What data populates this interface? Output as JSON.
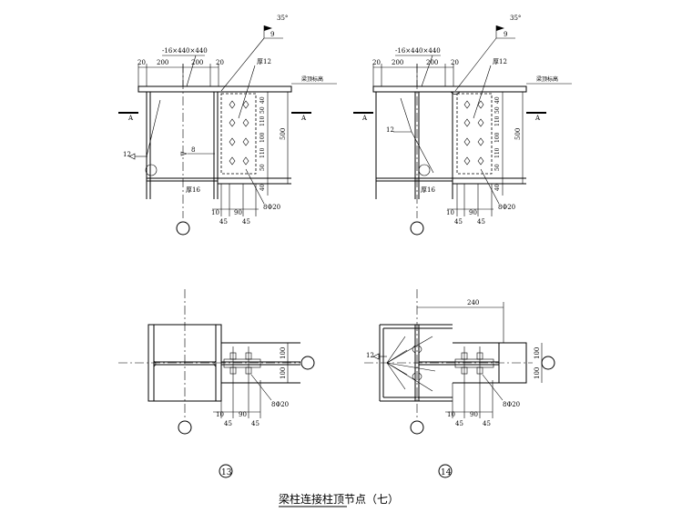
{
  "drawing_title": "梁柱连接柱顶节点（七）",
  "detail_13": {
    "number": "13",
    "cap_plate": "-16×440×440",
    "weld_angle": "35°",
    "weld_mark": "9",
    "plate_thick": "厚12",
    "beam_top": "梁顶标高",
    "section_mark": "A",
    "stiffener_thick": "厚16",
    "weld_size_left": "12",
    "weld_size_mid": "8",
    "top_dims": [
      "20",
      "200",
      "200",
      "20"
    ],
    "bolt_vdims": [
      "40",
      "50",
      "110",
      "100",
      "110",
      "50",
      "40"
    ],
    "overall_height": "500",
    "bottom_dims": [
      "10",
      "90",
      "45",
      "45"
    ],
    "bolts": "8Φ20",
    "plan_vdims": [
      "100",
      "100"
    ],
    "plan_bottom_dims": [
      "10",
      "90",
      "45",
      "45"
    ],
    "plan_bolts": "8Φ20"
  },
  "detail_14": {
    "number": "14",
    "cap_plate": "-16×440×440",
    "weld_angle": "35°",
    "weld_mark": "9",
    "plate_thick": "厚12",
    "beam_top": "梁顶标高",
    "section_mark": "A",
    "stiffener_thick": "厚16",
    "weld_size_left": "12",
    "top_dims": [
      "20",
      "200",
      "200",
      "20"
    ],
    "bolt_vdims": [
      "40",
      "50",
      "110",
      "100",
      "110",
      "50",
      "40"
    ],
    "overall_height": "500",
    "bottom_dims": [
      "10",
      "90",
      "45",
      "45"
    ],
    "bolts": "8Φ20",
    "plan_top_dim": "240",
    "plan_weld_size": "12",
    "plan_vdims": [
      "100",
      "100"
    ],
    "plan_bottom_dims": [
      "10",
      "90",
      "45",
      "45"
    ],
    "plan_bolts": "8Φ20"
  }
}
